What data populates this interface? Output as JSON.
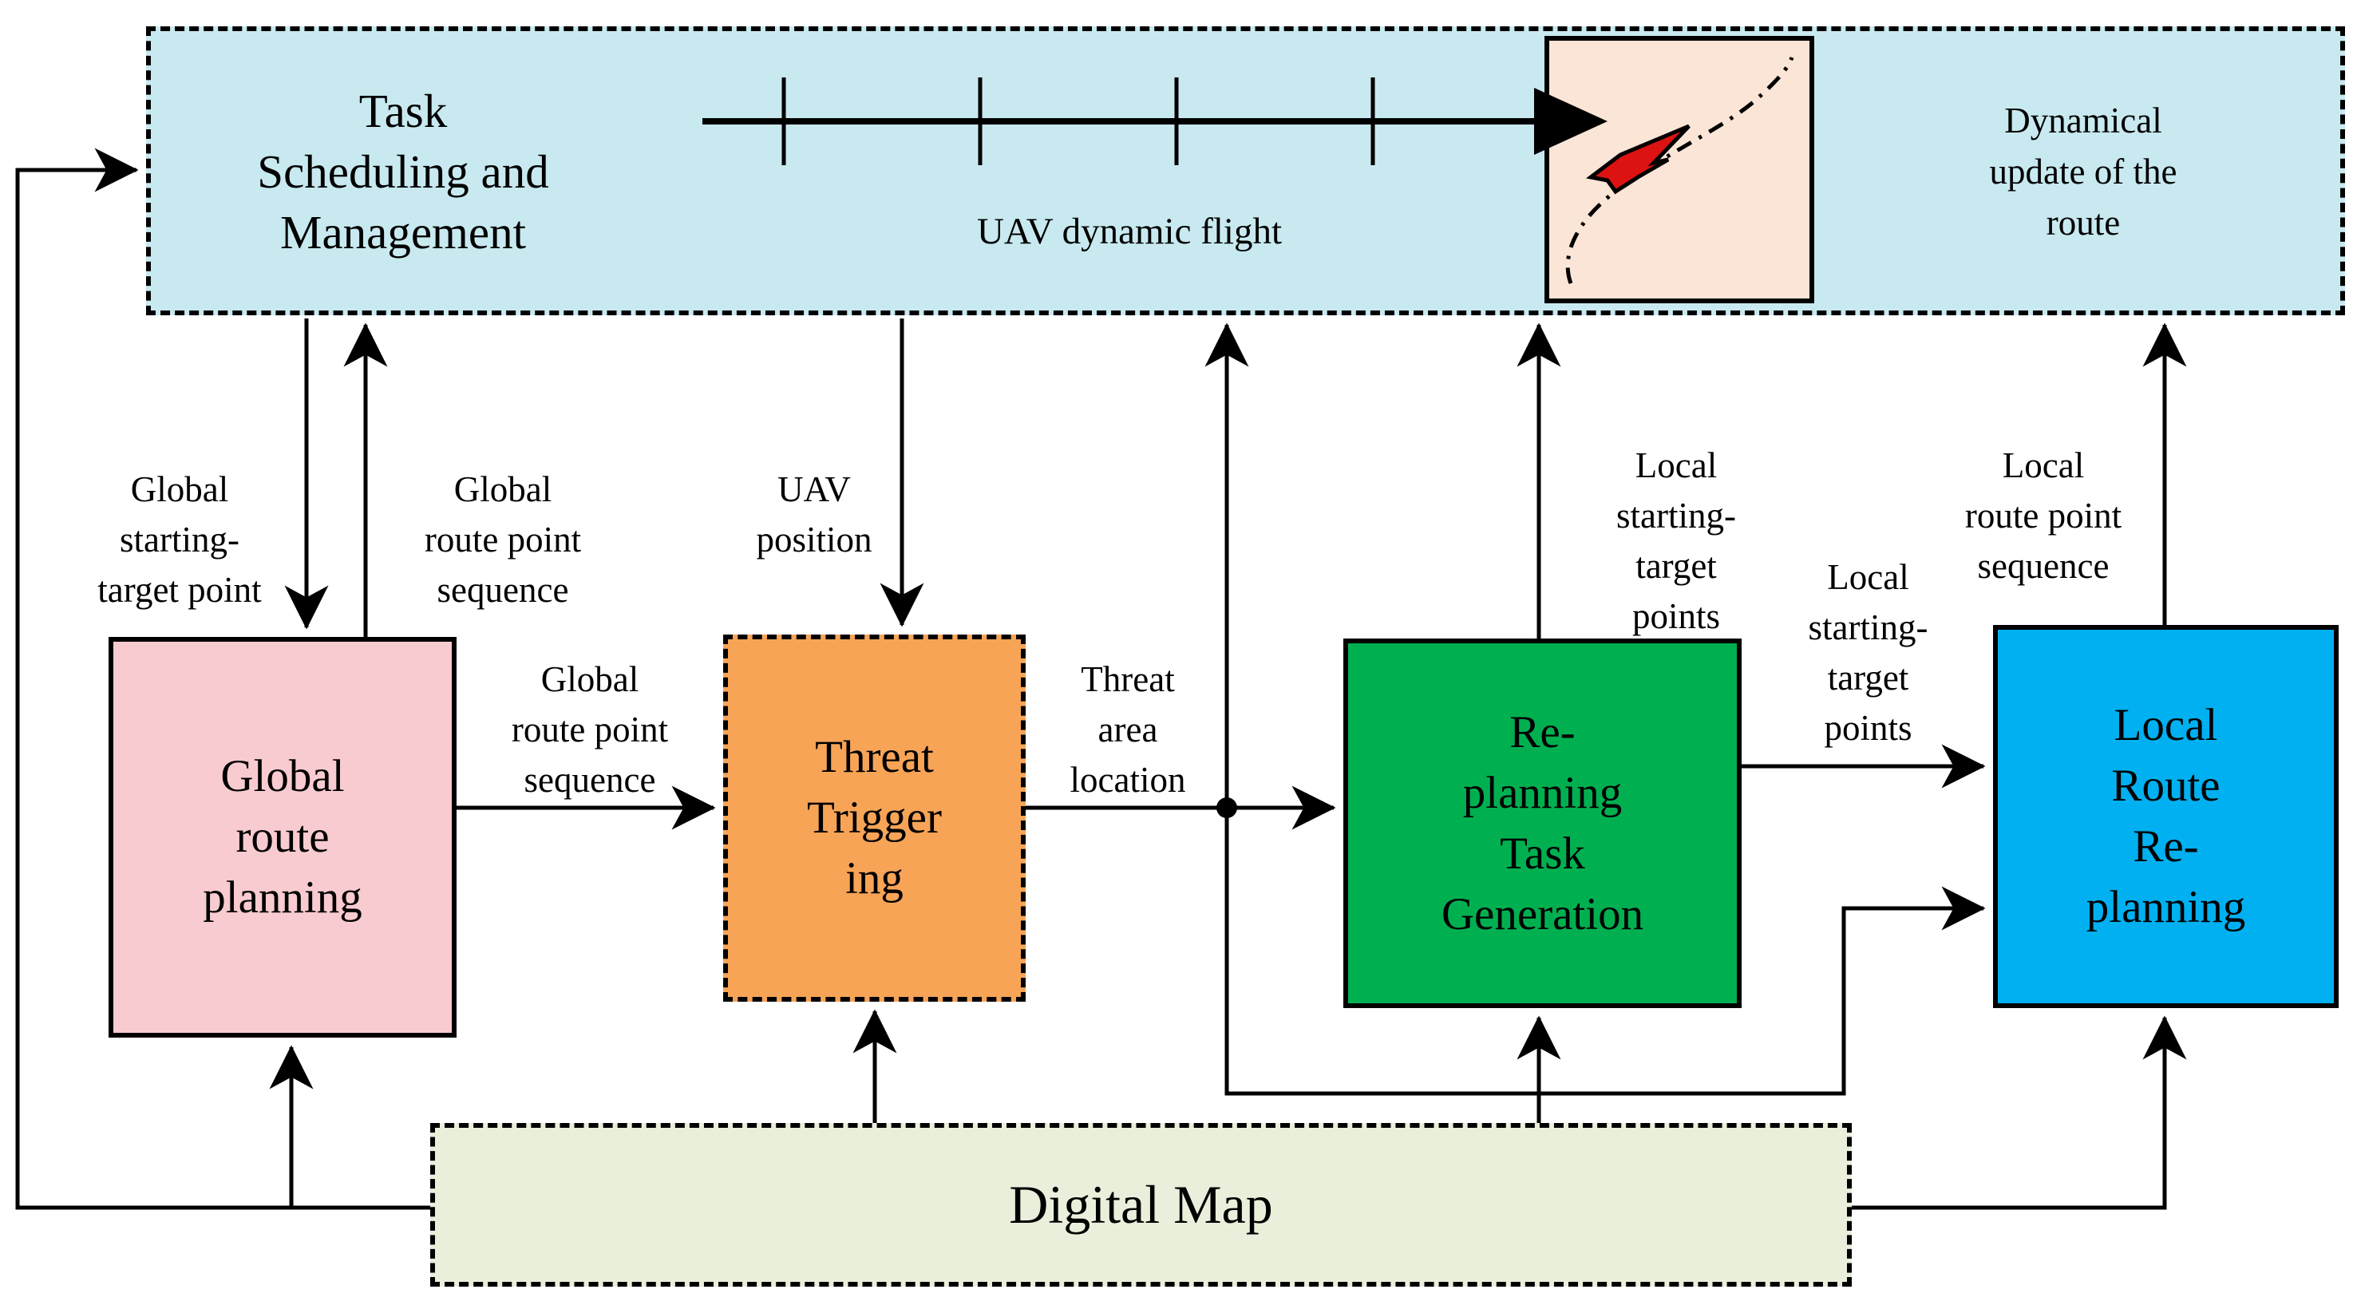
{
  "diagram": {
    "task_box": {
      "title_lines": [
        "Task",
        "Scheduling and",
        "Management"
      ],
      "fill": "#C8E9F0"
    },
    "timeline": {
      "label": "UAV dynamic flight",
      "tick_count": 4
    },
    "route_preview": {
      "caption_lines": [
        "Dynamical",
        "update of the",
        "route"
      ],
      "fill": "#FBE5D6",
      "plane_color": "#DD1212"
    },
    "boxes": {
      "global_route_planning": {
        "lines": [
          "Global",
          "route",
          "planning"
        ],
        "fill": "#F8CBD0",
        "border": "solid"
      },
      "threat_triggering": {
        "lines": [
          "Threat",
          "Trigger",
          "ing"
        ],
        "fill": "#F7A457",
        "border": "dashed"
      },
      "replanning_task_generation": {
        "lines": [
          "Re-",
          "planning",
          "Task",
          "Generation"
        ],
        "fill": "#00B050",
        "border": "solid"
      },
      "local_route_replanning": {
        "lines": [
          "Local",
          "Route",
          "Re-",
          "planning"
        ],
        "fill": "#00B0F0",
        "border": "solid"
      },
      "digital_map": {
        "label": "Digital Map",
        "fill": "#E9EFDB",
        "border": "dashed"
      }
    },
    "edge_labels": {
      "global_starting_target_point": {
        "lines": [
          "Global",
          "starting-",
          "target point"
        ]
      },
      "global_route_point_sequence_up": {
        "lines": [
          "Global",
          "route point",
          "sequence"
        ]
      },
      "uav_position": {
        "lines": [
          "UAV",
          "position"
        ]
      },
      "global_route_point_sequence_mid": {
        "lines": [
          "Global",
          "route point",
          "sequence"
        ]
      },
      "threat_area_location": {
        "lines": [
          "Threat",
          "area",
          "location"
        ]
      },
      "local_starting_target_points_up": {
        "lines": [
          "Local",
          "starting-",
          "target",
          "points"
        ]
      },
      "local_route_point_sequence_up": {
        "lines": [
          "Local",
          "route point",
          "sequence"
        ]
      },
      "local_starting_target_points_mid": {
        "lines": [
          "Local",
          "starting-",
          "target",
          "points"
        ]
      }
    },
    "line_color": "#000000"
  }
}
